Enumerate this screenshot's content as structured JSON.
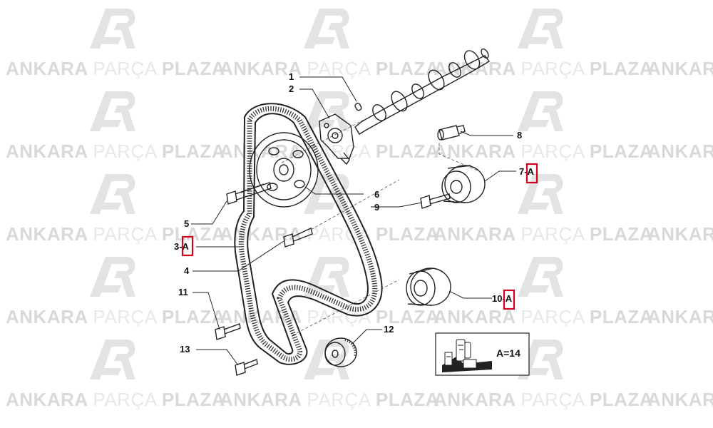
{
  "watermark": {
    "word1": "ANKARA",
    "word2": "PARÇA",
    "word3": "PLAZA",
    "logo_name": "ap-logo-icon",
    "colors": {
      "strong": "#d9d9d9",
      "light": "#e8e8e8",
      "logo": "#e3e3e3"
    }
  },
  "callouts": {
    "c1": "1",
    "c2": "2",
    "c3": "3-A",
    "c4": "4",
    "c5": "5",
    "c6": "6",
    "c7": "7-A",
    "c8": "8",
    "c9": "9",
    "c10": "10-A",
    "c11": "11",
    "c12": "12",
    "c13": "13"
  },
  "kit_box": {
    "label": "A=14",
    "icon": "parts-kit-icon"
  },
  "highlight_color": "#d0021b"
}
